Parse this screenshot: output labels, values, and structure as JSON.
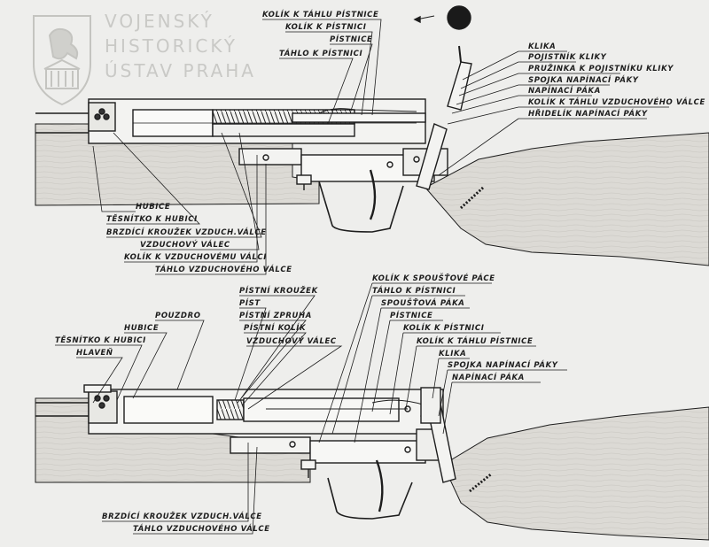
{
  "watermark": {
    "lines": [
      "VOJENSKÝ",
      "HISTORICKÝ",
      "ÚSTAV PRAHA"
    ],
    "icon": "lion-crest-emblem-icon"
  },
  "labels_top": {
    "kolik_k_tahlu_pistnice": "KOLÍK K TÁHLU PÍSTNICE",
    "kolik_k_pistnici": "KOLÍK K PÍSTNICI",
    "pistnice": "PÍSTNICE",
    "tahlo_k_pistnici": "TÁHLO K PÍSTNICI",
    "klika": "KLIKA",
    "pojistnik_kliky": "POJISTNÍK KLIKY",
    "pruzinka_k_pojistniku_kliky": "PRUŽINKA K POJISTNÍKU KLIKY",
    "spojka_napinaci_paky": "SPOJKA NAPÍNACÍ PÁKY",
    "napinaci_paka": "NAPÍNACÍ PÁKA",
    "kolik_k_tahlu_vzduchoveho_valce": "KOLÍK K TÁHLU VZDUCHOVÉHO VÁLCE",
    "hridelik_napinaci_paky": "HŘIDELÍK NAPÍNACÍ PÁKY",
    "hubice": "HUBICE",
    "tesnitko_k_hubici": "TĚSNÍTKO K HUBICI",
    "brzdici_krouzek": "BRZDÍCÍ KROUŽEK VZDUCH.VÁLCE",
    "vzduchovy_valec": "VZDUCHOVÝ VÁLEC",
    "kolik_k_vzduchovemu_valci": "KOLÍK K VZDUCHOVÉMU VÁLCI",
    "tahlo_vzduchoveho_valce": "TÁHLO VZDUCHOVÉHO VÁLCE"
  },
  "labels_bottom": {
    "pistni_krouzek": "PÍSTNÍ KROUŽEK",
    "pist": "PÍST",
    "pistni_zpruha": "PÍSTNÍ ZPRUHA",
    "pistni_kolik": "PÍSTNÍ KOLÍK",
    "vzduchovy_valec": "VZDUCHOVÝ VÁLEC",
    "pouzdro": "POUZDRO",
    "hubice": "HUBICE",
    "tesnitko_k_hubici": "TĚSNÍTKO K HUBICI",
    "hlaven": "HLAVEŇ",
    "kolik_k_spoustove_pace": "KOLÍK K SPOUŠŤOVÉ PÁCE",
    "tahlo_k_pistnici": "TÁHLO K PÍSTNICI",
    "spoustova_paka": "SPOUŠŤOVÁ PÁKA",
    "pistnice": "PÍSTNICE",
    "kolik_k_pistnici": "KOLÍK K PÍSTNICI",
    "kolik_k_tahlu_pistnice": "KOLÍK K TÁHLU PÍSTNICE",
    "klika": "KLIKA",
    "spojka_napinaci_paky": "SPOJKA NAPÍNACÍ PÁKY",
    "napinaci_paka": "NAPÍNACÍ PÁKA",
    "brzdici_krouzek": "BRZDÍCÍ KROUŽEK VZDUCH.VÁLCE",
    "tahlo_vzduchoveho_valce": "TÁHLO VZDUCHOVÉHO VÁLCE"
  },
  "colors": {
    "paper": "#eeeeec",
    "ink": "#1d1d1d",
    "wood": "#d9d7d2",
    "watermark": "#c9c9c6"
  }
}
